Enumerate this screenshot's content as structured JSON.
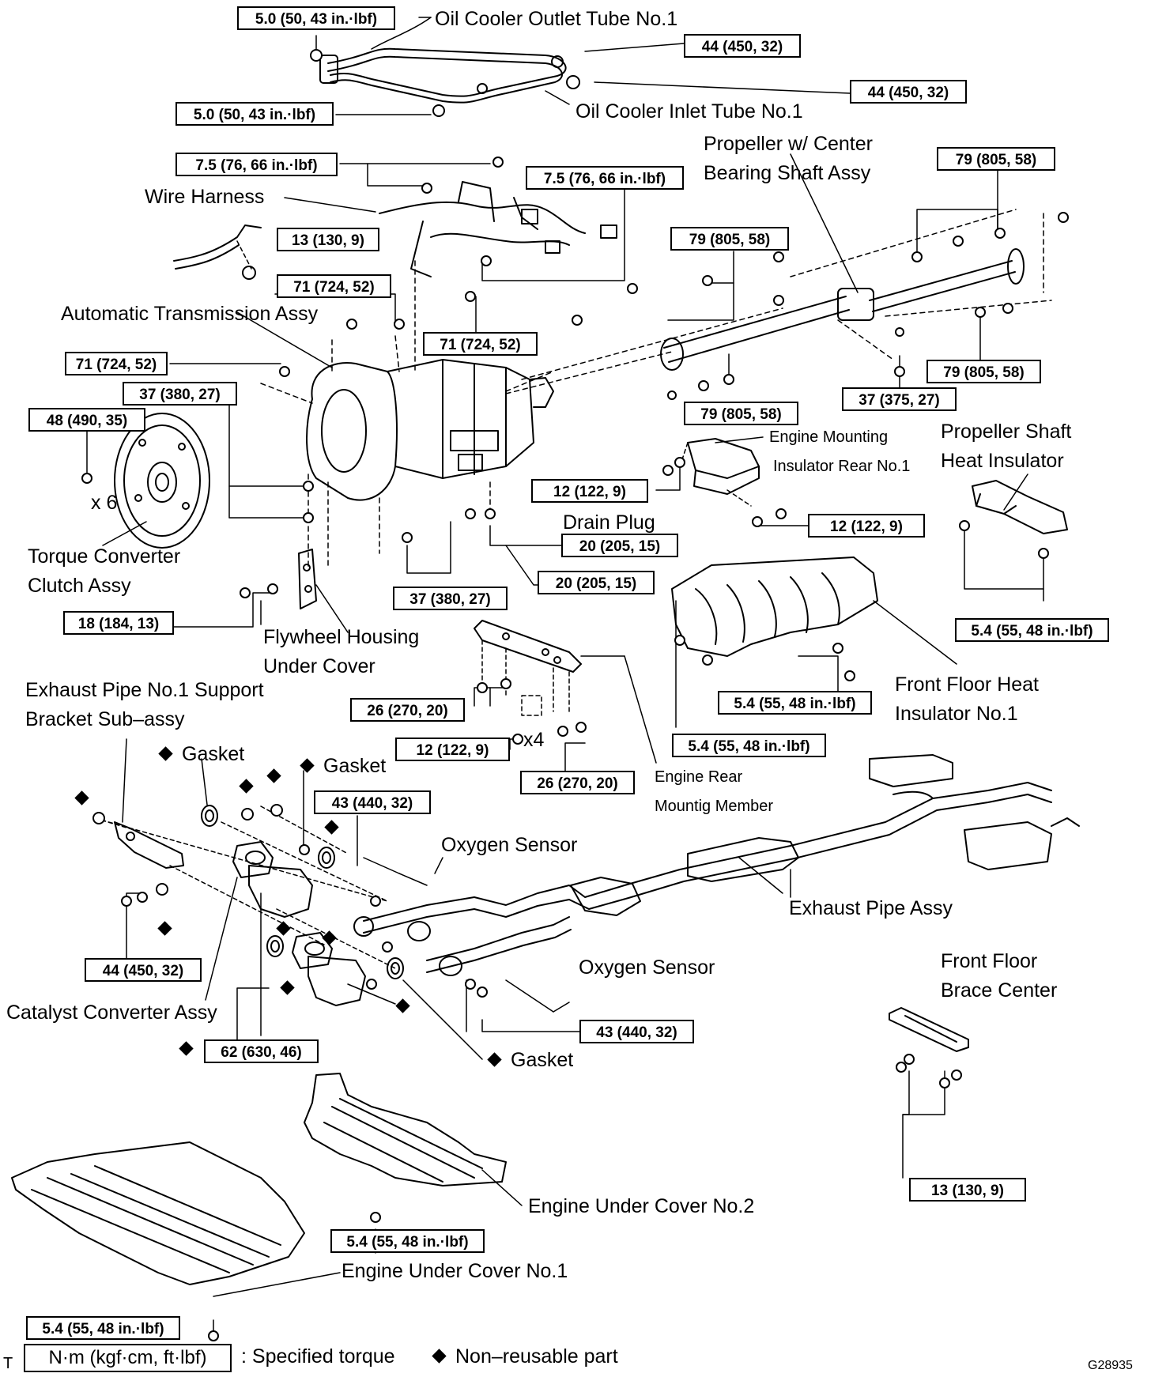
{
  "diagram": {
    "figure_code": "G28935",
    "corner_mark": "T",
    "legend": {
      "unit_box": "N·m (kgf·cm, ft·lbf)",
      "specified_torque": ": Specified torque",
      "non_reusable": "Non–reusable part"
    },
    "labels": {
      "oil_cooler_outlet": "Oil Cooler Outlet Tube No.1",
      "oil_cooler_inlet": "Oil Cooler Inlet Tube No.1",
      "propeller_line1": "Propeller w/ Center",
      "propeller_line2": "Bearing Shaft Assy",
      "wire_harness": "Wire Harness",
      "auto_trans": "Automatic Transmission Assy",
      "x6": "x 6",
      "torque_conv_line1": "Torque Converter",
      "torque_conv_line2": "Clutch Assy",
      "engine_mount_line1": "Engine Mounting",
      "engine_mount_line2": "Insulator Rear No.1",
      "prop_heat_line1": "Propeller Shaft",
      "prop_heat_line2": "Heat Insulator",
      "drain_plug": "Drain Plug",
      "flywheel_line1": "Flywheel Housing",
      "flywheel_line2": "Under Cover",
      "exh_support_line1": "Exhaust Pipe No.1 Support",
      "exh_support_line2": "Bracket Sub–assy",
      "front_floor_heat_line1": "Front Floor Heat",
      "front_floor_heat_line2": "Insulator No.1",
      "gasket": "Gasket",
      "x4": "x4",
      "rear_member_line1": "Engine Rear",
      "rear_member_line2": "Mountig Member",
      "oxygen_sensor": "Oxygen Sensor",
      "exhaust_pipe": "Exhaust Pipe Assy",
      "catalyst": "Catalyst Converter Assy",
      "brace_line1": "Front Floor",
      "brace_line2": "Brace Center",
      "under_cover2": "Engine Under Cover No.2",
      "under_cover1": "Engine Under Cover No.1"
    },
    "torques": {
      "t_5_0_a": "5.0 (50, 43 in.·lbf)",
      "t_44_a": "44 (450, 32)",
      "t_44_b": "44 (450, 32)",
      "t_5_0_b": "5.0 (50, 43 in.·lbf)",
      "t_7_5_a": "7.5 (76, 66 in.·lbf)",
      "t_7_5_b": "7.5 (76, 66 in.·lbf)",
      "t_79_a": "79 (805, 58)",
      "t_13_a": "13 (130, 9)",
      "t_79_b": "79 (805, 58)",
      "t_71_a": "71 (724, 52)",
      "t_71_b": "71 (724, 52)",
      "t_71_c": "71 (724, 52)",
      "t_37_a": "37 (380, 27)",
      "t_79_c": "79 (805, 58)",
      "t_48": "48 (490, 35)",
      "t_37_b": "37 (375, 27)",
      "t_79_d": "79 (805, 58)",
      "t_12_a": "12 (122, 9)",
      "t_12_b": "12 (122, 9)",
      "t_20_a": "20 (205, 15)",
      "t_20_b": "20 (205, 15)",
      "t_18": "18 (184, 13)",
      "t_37_c": "37 (380, 27)",
      "t_5_4_a": "5.4 (55, 48 in.·lbf)",
      "t_5_4_b": "5.4 (55, 48 in.·lbf)",
      "t_26_a": "26 (270, 20)",
      "t_12_c": "12 (122, 9)",
      "t_5_4_c": "5.4 (55, 48 in.·lbf)",
      "t_26_b": "26 (270, 20)",
      "t_43_a": "43 (440, 32)",
      "t_44_c": "44 (450, 32)",
      "t_43_b": "43 (440, 32)",
      "t_62": "62 (630, 46)",
      "t_13_b": "13 (130, 9)",
      "t_5_4_d": "5.4 (55, 48 in.·lbf)",
      "t_5_4_e": "5.4 (55, 48 in.·lbf)"
    }
  }
}
